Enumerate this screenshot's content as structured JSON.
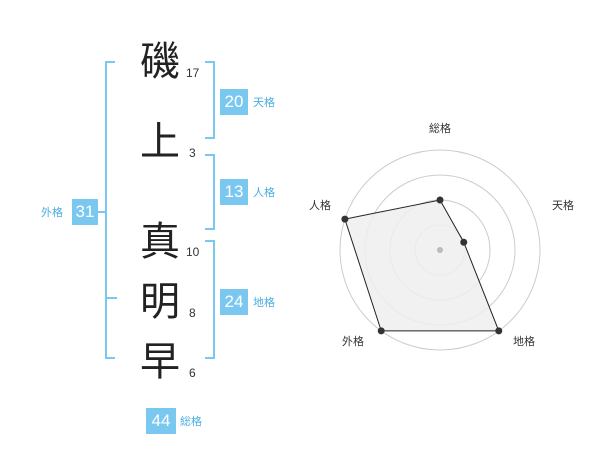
{
  "name": {
    "chars": [
      {
        "char": "磯",
        "strokes": "17"
      },
      {
        "char": "上",
        "strokes": "3"
      },
      {
        "char": "真",
        "strokes": "10"
      },
      {
        "char": "明",
        "strokes": "8"
      },
      {
        "char": "早",
        "strokes": "6"
      }
    ]
  },
  "fortunes": {
    "tenkaku": {
      "value": "20",
      "label": "天格"
    },
    "jinkaku": {
      "value": "13",
      "label": "人格"
    },
    "chikaku": {
      "value": "24",
      "label": "地格"
    },
    "gaikaku": {
      "value": "31",
      "label": "外格"
    },
    "soukaku": {
      "value": "44",
      "label": "総格"
    }
  },
  "chart_data": {
    "type": "radar",
    "axes": [
      "総格",
      "天格",
      "地格",
      "外格",
      "人格"
    ],
    "values": [
      2,
      1,
      4,
      4,
      4
    ],
    "max": 4,
    "rings": 4,
    "colors": {
      "fill": "#eeeeee",
      "line": "#222222",
      "grid": "#cccccc",
      "point": "#333333"
    }
  }
}
